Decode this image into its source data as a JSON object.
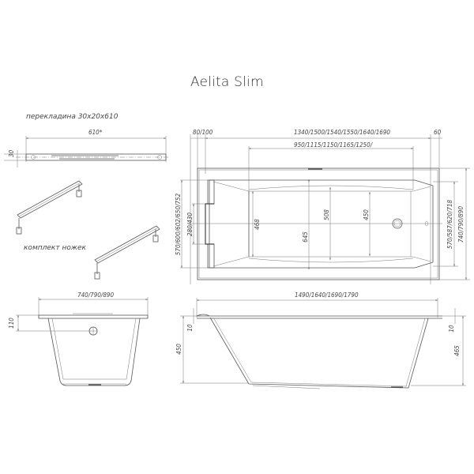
{
  "title": "Aelita Slim",
  "crossbar": {
    "label": "перекладина 30х20х610",
    "length": "610*",
    "height": "30"
  },
  "legs": {
    "label": "комплект ножек"
  },
  "top_view": {
    "left_margin": "80/100",
    "overall_inner_length": "1340/1500/1540/1550/1640/1690",
    "right_margin": "60",
    "bottom_length": "950/1115/1150/1165/1250/",
    "left_width": "570/600/602/650/752",
    "headrest_width": "280/430",
    "depth_468": "468",
    "depth_645": "645",
    "depth_508": "508",
    "depth_450": "450",
    "right_inner_width": "570/587/620/718",
    "overall_width": "740/790/890"
  },
  "end_view": {
    "width": "740/790/890",
    "drain_height": "110"
  },
  "side_view": {
    "length": "1490/1640/1690/1790",
    "rim_left": "10",
    "rim_right": "10",
    "height_left": "450",
    "height_right": "465"
  }
}
